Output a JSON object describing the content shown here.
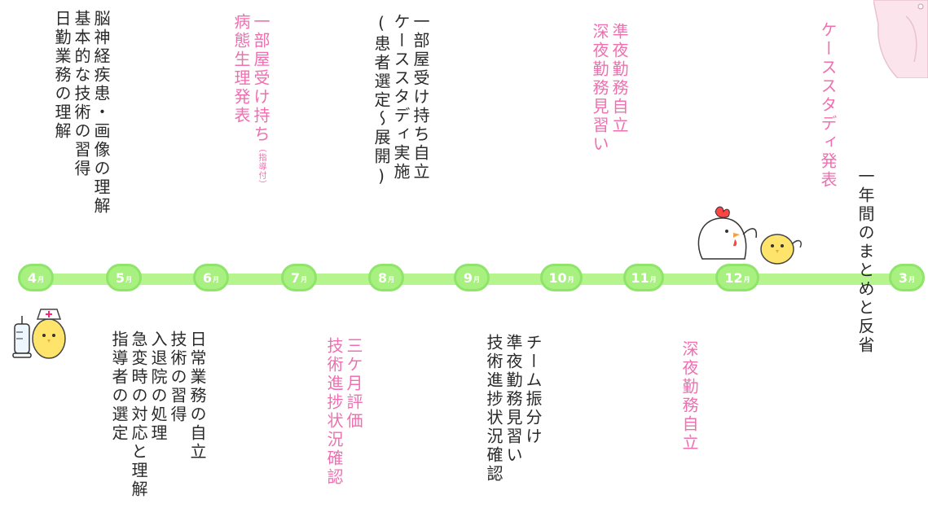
{
  "months": [
    {
      "num": "4",
      "unit": "月"
    },
    {
      "num": "5",
      "unit": "月"
    },
    {
      "num": "6",
      "unit": "月"
    },
    {
      "num": "7",
      "unit": "月"
    },
    {
      "num": "8",
      "unit": "月"
    },
    {
      "num": "9",
      "unit": "月"
    },
    {
      "num": "10",
      "unit": "月"
    },
    {
      "num": "11",
      "unit": "月"
    },
    {
      "num": "12",
      "unit": "月"
    },
    {
      "num": "3",
      "unit": "月"
    }
  ],
  "above": {
    "may": [
      "脳神経疾患・画像の理解",
      "基本的な技術の習得",
      "日勤業務の理解"
    ],
    "jul": {
      "line1_main": "一部屋受け持ち",
      "line1_note": "（指導付）",
      "line2": "病態生理発表"
    },
    "aug": [
      "一部屋受け持ち自立",
      "ケーススタディ実施",
      "(患者選定〜展開)"
    ],
    "oct": [
      "準夜勤務自立",
      "深夜勤務見習い"
    ],
    "dec": [
      "ケーススタディ発表"
    ]
  },
  "below": {
    "may": [
      "日常業務の自立",
      "技術の習得",
      "入退院の処理",
      "急変時の対応と理解",
      "指導者の選定"
    ],
    "aug": [
      "三ケ月評価",
      "技術進捗状況確認"
    ],
    "oct": [
      "チーム振分け",
      "準夜勤務見習い",
      "技術進捗状況確認"
    ],
    "nov": [
      "深夜勤務自立"
    ],
    "mar": [
      "一年間のまとめと反省"
    ]
  },
  "colors": {
    "bar": "#b6f58e",
    "month_badge": "#a8f080",
    "pink": "#f16fb0",
    "black": "#2a2a2a"
  }
}
